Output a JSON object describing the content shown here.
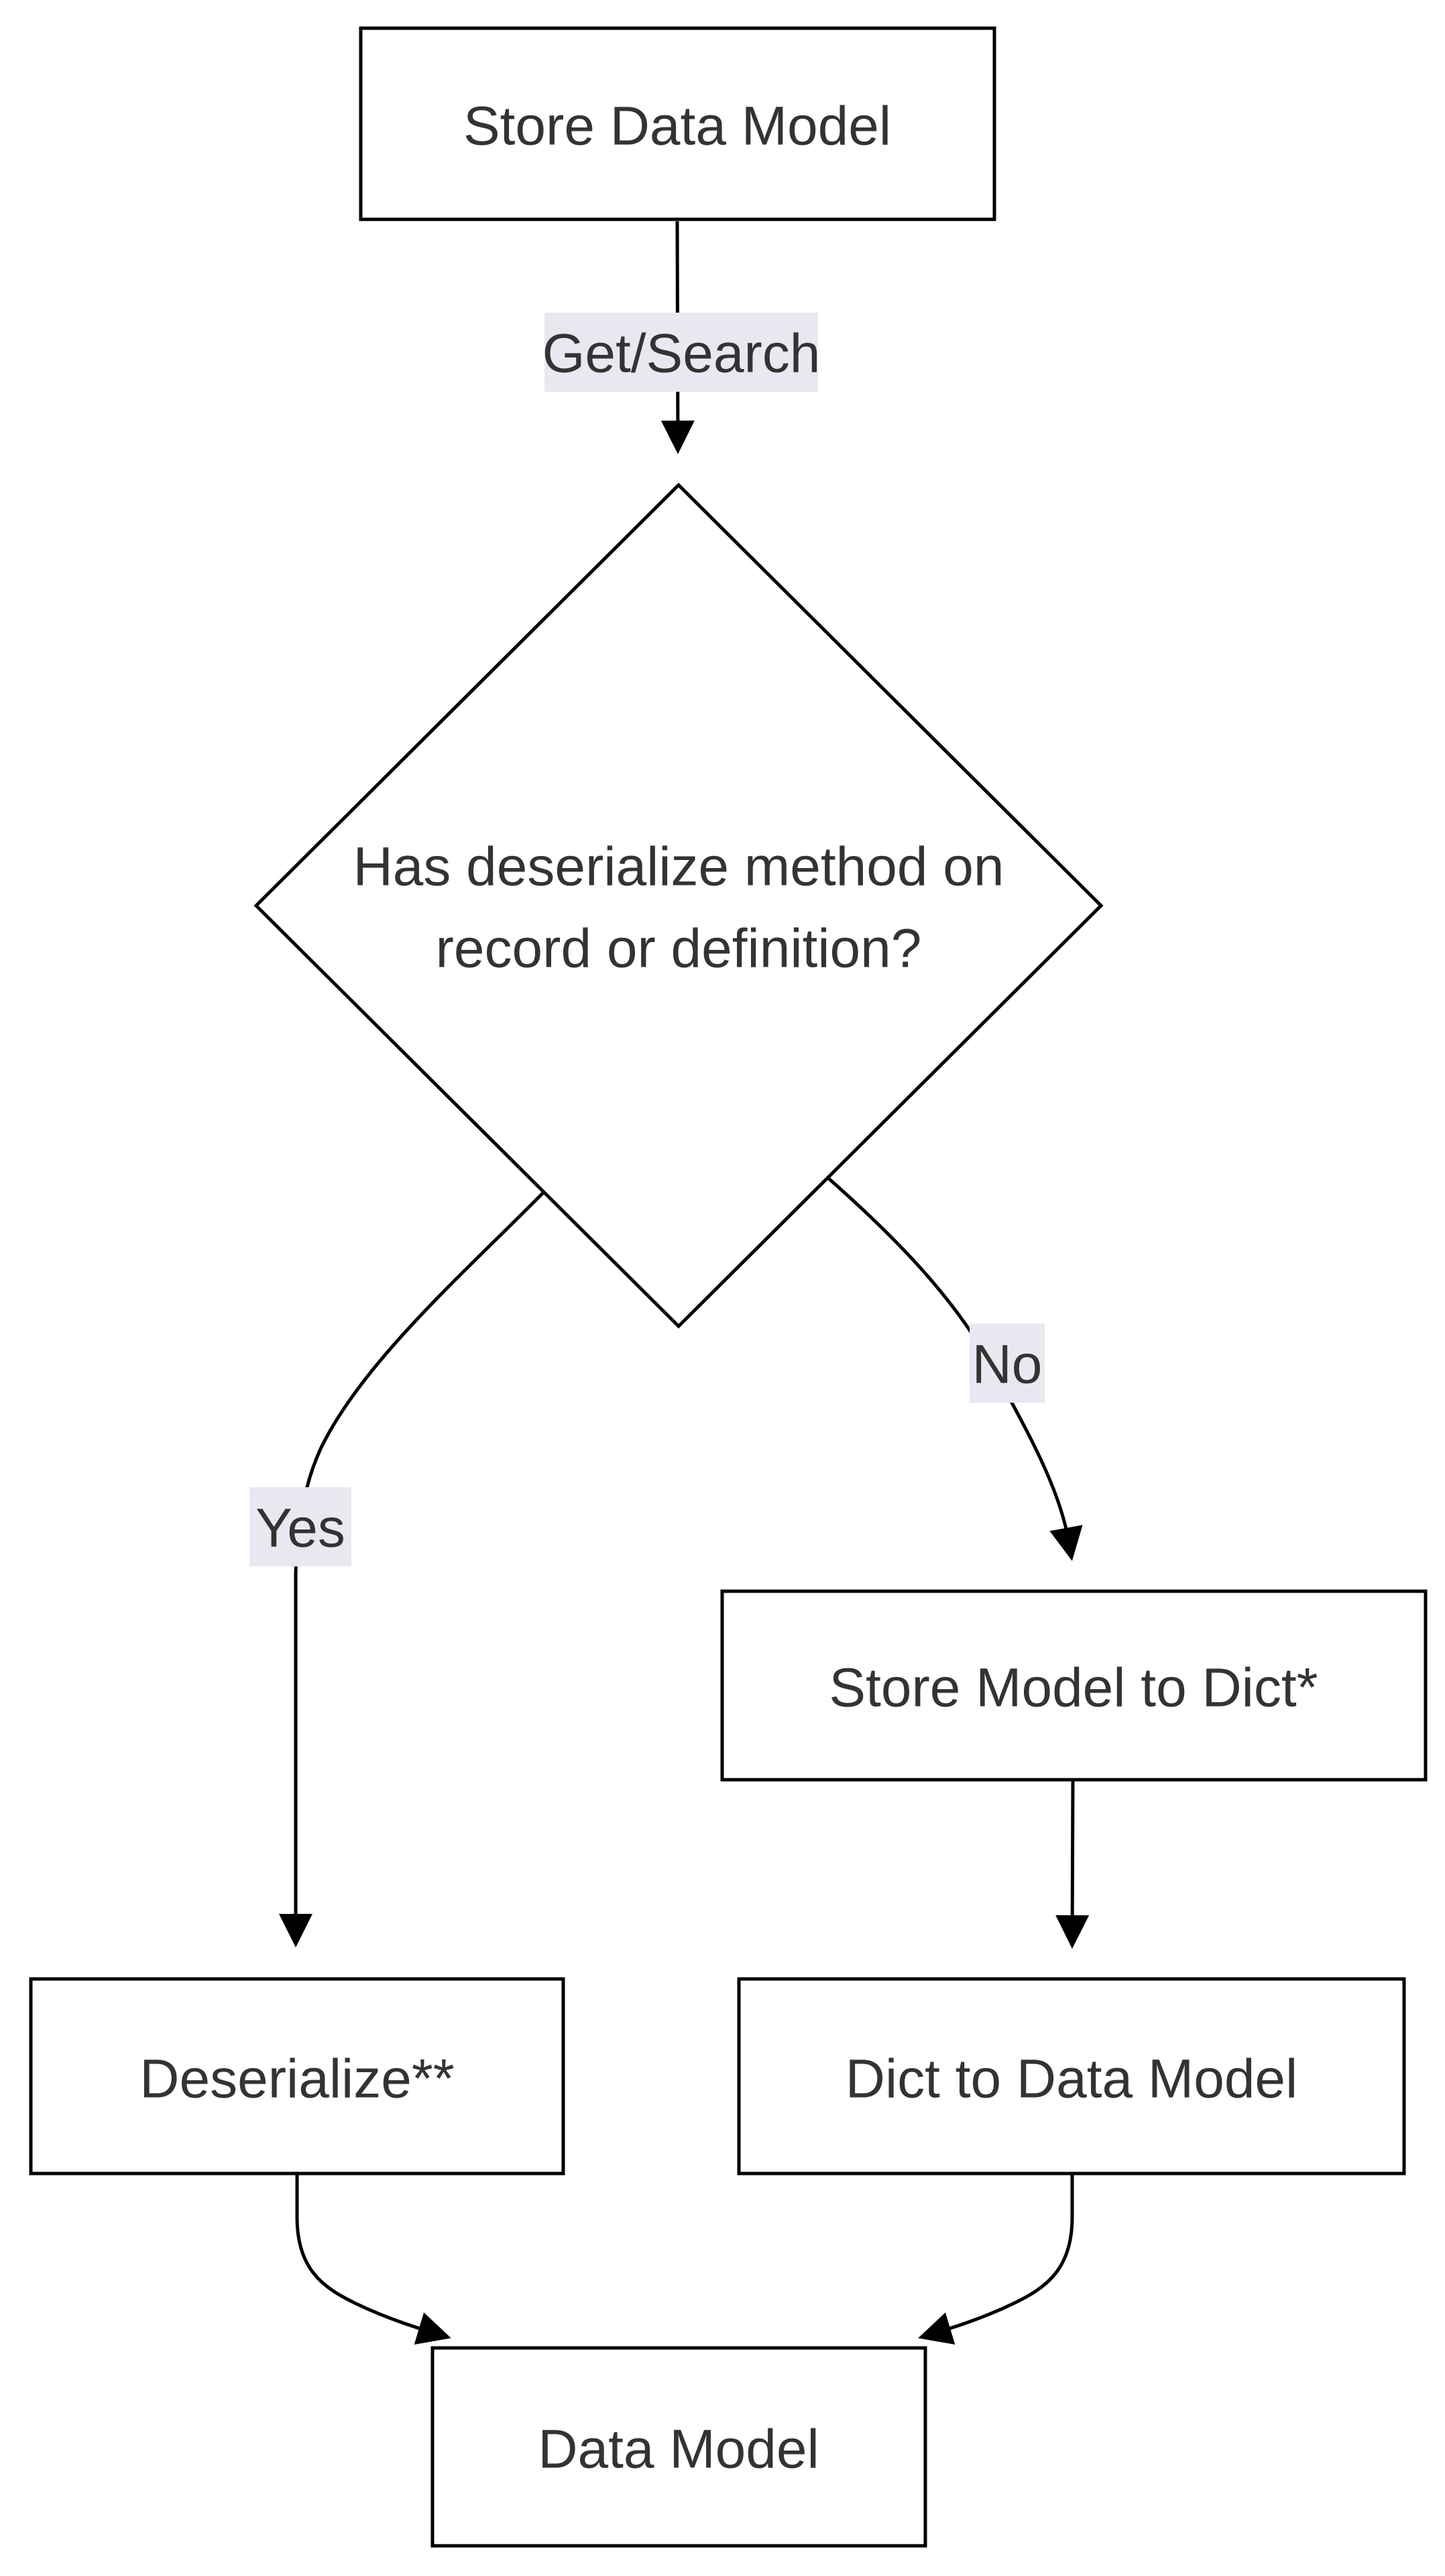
{
  "diagram": {
    "type": "flowchart",
    "background_color": "#ffffff",
    "node_fill": "#ffffff",
    "node_border_color": "#000000",
    "text_color": "#333333",
    "edge_color": "#000000",
    "edge_label_bg": "#e8e8f0",
    "nodes": {
      "store_data_model": {
        "label": "Store Data Model",
        "shape": "rectangle"
      },
      "decision": {
        "label": "Has deserialize method on record or definition?",
        "line1": "Has deserialize method on",
        "line2": "record or definition?",
        "shape": "diamond"
      },
      "store_model_to_dict": {
        "label": "Store Model to Dict*",
        "shape": "rectangle"
      },
      "deserialize": {
        "label": "Deserialize**",
        "shape": "rectangle"
      },
      "dict_to_data_model": {
        "label": "Dict to Data Model",
        "shape": "rectangle"
      },
      "data_model": {
        "label": "Data Model",
        "shape": "rectangle"
      }
    },
    "edge_labels": {
      "get_search": "Get/Search",
      "yes": "Yes",
      "no": "No"
    },
    "edges": [
      {
        "from": "store_data_model",
        "to": "decision",
        "label": "Get/Search"
      },
      {
        "from": "decision",
        "to": "deserialize",
        "label": "Yes"
      },
      {
        "from": "decision",
        "to": "store_model_to_dict",
        "label": "No"
      },
      {
        "from": "store_model_to_dict",
        "to": "dict_to_data_model",
        "label": ""
      },
      {
        "from": "deserialize",
        "to": "data_model",
        "label": ""
      },
      {
        "from": "dict_to_data_model",
        "to": "data_model",
        "label": ""
      }
    ]
  }
}
